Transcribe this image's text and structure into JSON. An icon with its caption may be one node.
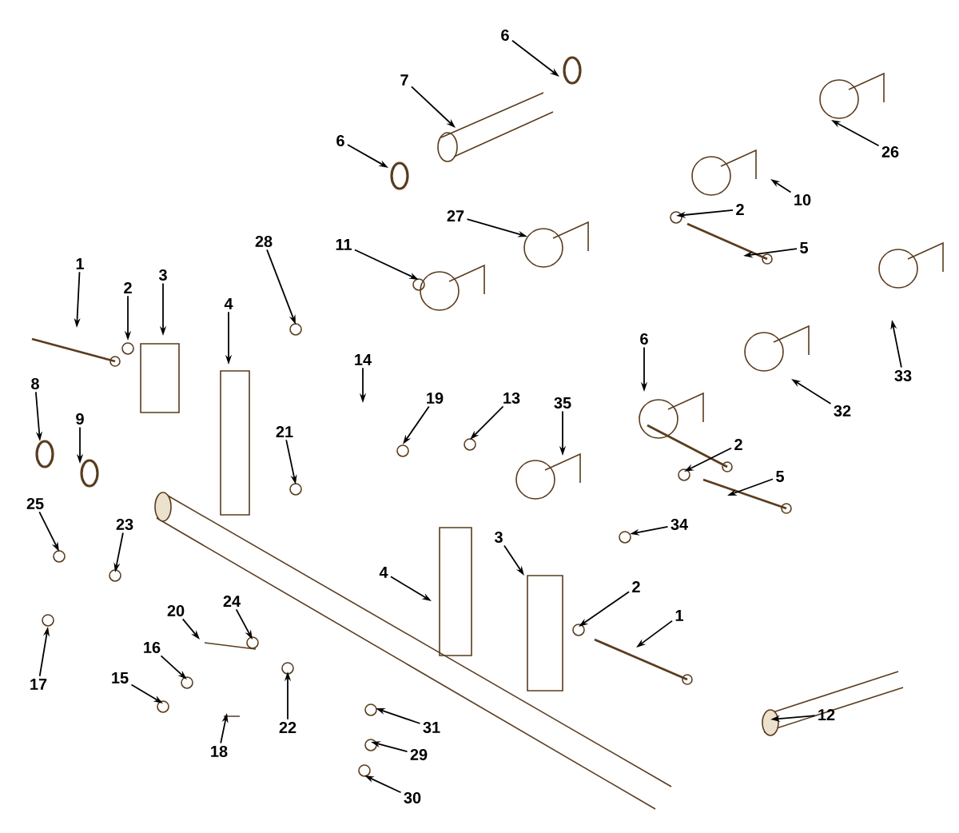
{
  "diagram": {
    "nodes": [
      {
        "text": [
          "6"
        ]
      },
      {
        "text": [
          "7"
        ]
      },
      {
        "text": [
          "6"
        ]
      },
      {
        "text": [
          "26"
        ]
      },
      {
        "text": [
          "10"
        ]
      },
      {
        "text": [
          "2"
        ]
      },
      {
        "text": [
          "27"
        ]
      },
      {
        "text": [
          "28"
        ]
      },
      {
        "text": [
          "11"
        ]
      },
      {
        "text": [
          "5"
        ]
      },
      {
        "text": [
          "1"
        ]
      },
      {
        "text": [
          "2"
        ]
      },
      {
        "text": [
          "3"
        ]
      },
      {
        "text": [
          "4"
        ]
      },
      {
        "text": [
          "6"
        ]
      },
      {
        "text": [
          "14"
        ]
      },
      {
        "text": [
          "33"
        ]
      },
      {
        "text": [
          "8"
        ]
      },
      {
        "text": [
          "19"
        ]
      },
      {
        "text": [
          "13"
        ]
      },
      {
        "text": [
          "35"
        ]
      },
      {
        "text": [
          "32"
        ]
      },
      {
        "text": [
          "9"
        ]
      },
      {
        "text": [
          "21"
        ]
      },
      {
        "text": [
          "2"
        ]
      },
      {
        "text": [
          "5"
        ]
      },
      {
        "text": [
          "25"
        ]
      },
      {
        "text": [
          "34"
        ]
      },
      {
        "text": [
          "23"
        ]
      },
      {
        "text": [
          "3"
        ]
      },
      {
        "text": [
          "4"
        ]
      },
      {
        "text": [
          "2"
        ]
      },
      {
        "text": [
          "24"
        ]
      },
      {
        "text": [
          "20"
        ]
      },
      {
        "text": [
          "1"
        ]
      },
      {
        "text": [
          "16"
        ]
      },
      {
        "text": [
          "15"
        ]
      },
      {
        "text": [
          "17"
        ]
      },
      {
        "text": [
          "12"
        ]
      },
      {
        "text": [
          "22"
        ]
      },
      {
        "text": [
          "31"
        ]
      },
      {
        "text": [
          "18"
        ]
      },
      {
        "text": [
          "29"
        ]
      },
      {
        "text": [
          "30"
        ]
      }
    ],
    "edges": [
      {
        "from": 0,
        "to": null,
        "arrow": "to"
      },
      {
        "from": 1,
        "to": null,
        "arrow": "to"
      },
      {
        "from": 2,
        "to": null,
        "arrow": "to"
      },
      {
        "from": 3,
        "to": null,
        "arrow": "to"
      },
      {
        "from": 4,
        "to": null,
        "arrow": "to"
      },
      {
        "from": 5,
        "to": null,
        "arrow": "to"
      },
      {
        "from": 6,
        "to": null,
        "arrow": "to"
      },
      {
        "from": 7,
        "to": null,
        "arrow": "to"
      },
      {
        "from": 8,
        "to": null,
        "arrow": "to"
      },
      {
        "from": 9,
        "to": null,
        "arrow": "to"
      },
      {
        "from": 10,
        "to": null,
        "arrow": "to"
      },
      {
        "from": 11,
        "to": null,
        "arrow": "to"
      },
      {
        "from": 12,
        "to": null,
        "arrow": "to"
      },
      {
        "from": 13,
        "to": null,
        "arrow": "to"
      },
      {
        "from": 14,
        "to": null,
        "arrow": "to"
      },
      {
        "from": 15,
        "to": null,
        "arrow": "to"
      },
      {
        "from": 16,
        "to": null,
        "arrow": "to"
      },
      {
        "from": 17,
        "to": null,
        "arrow": "to"
      },
      {
        "from": 18,
        "to": null,
        "arrow": "to"
      },
      {
        "from": 19,
        "to": null,
        "arrow": "to"
      },
      {
        "from": 20,
        "to": null,
        "arrow": "to"
      },
      {
        "from": 21,
        "to": null,
        "arrow": "to"
      },
      {
        "from": 22,
        "to": null,
        "arrow": "to"
      },
      {
        "from": 23,
        "to": null,
        "arrow": "to"
      },
      {
        "from": 24,
        "to": null,
        "arrow": "to"
      },
      {
        "from": 25,
        "to": null,
        "arrow": "to"
      },
      {
        "from": 26,
        "to": null,
        "arrow": "to"
      },
      {
        "from": 27,
        "to": null,
        "arrow": "to"
      },
      {
        "from": 28,
        "to": null,
        "arrow": "to"
      },
      {
        "from": 29,
        "to": null,
        "arrow": "to"
      },
      {
        "from": 30,
        "to": null,
        "arrow": "to"
      },
      {
        "from": 31,
        "to": null,
        "arrow": "to"
      },
      {
        "from": 32,
        "to": null,
        "arrow": "to"
      },
      {
        "from": 33,
        "to": null,
        "arrow": "to"
      },
      {
        "from": 34,
        "to": null,
        "arrow": "to"
      },
      {
        "from": 35,
        "to": null,
        "arrow": "to"
      },
      {
        "from": 36,
        "to": null,
        "arrow": "to"
      },
      {
        "from": 37,
        "to": null,
        "arrow": "to"
      },
      {
        "from": 38,
        "to": null,
        "arrow": "to"
      },
      {
        "from": 39,
        "to": null,
        "arrow": "to"
      },
      {
        "from": 40,
        "to": null,
        "arrow": "to"
      },
      {
        "from": 41,
        "to": null,
        "arrow": "to"
      },
      {
        "from": 42,
        "to": null,
        "arrow": "to"
      },
      {
        "from": 43,
        "to": null,
        "arrow": "to"
      }
    ]
  }
}
